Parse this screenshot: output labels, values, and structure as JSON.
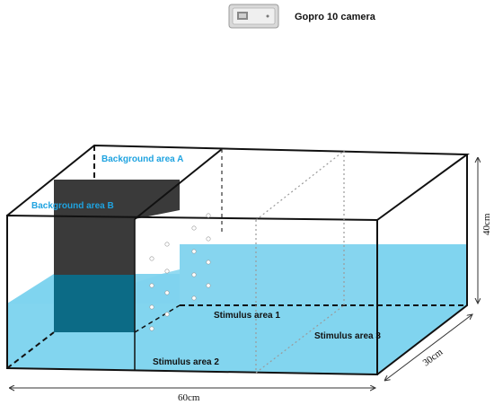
{
  "camera": {
    "label": "Gopro 10 camera",
    "icon": "camera-icon"
  },
  "labels": {
    "background_a": "Background area A",
    "background_b": "Background area B",
    "stimulus_1": "Stimulus area 1",
    "stimulus_2": "Stimulus area 2",
    "stimulus_3": "Stimulus area 3"
  },
  "dimensions": {
    "width": "60cm",
    "depth": "30cm",
    "height": "40cm"
  },
  "colors": {
    "water": "#7fd3ee",
    "label_blue": "#1fa3e0",
    "panel": "#3a3a3a",
    "edge": "#111111"
  }
}
